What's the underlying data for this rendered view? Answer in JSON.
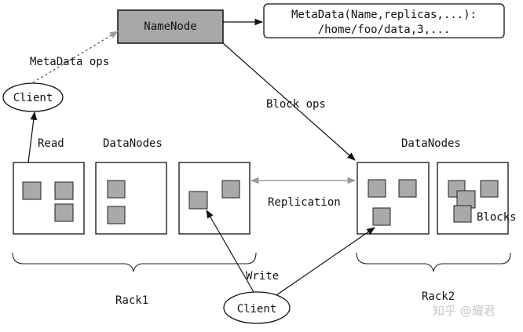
{
  "namenode": {
    "label": "NameNode"
  },
  "metadata": {
    "line1": "MetaData(Name,replicas,...):",
    "line2": "/home/foo/data,3,..."
  },
  "client_top": {
    "label": "Client"
  },
  "client_bottom": {
    "label": "Client"
  },
  "edges": {
    "metadata_ops": "MetaData ops",
    "block_ops": "Block ops",
    "read": "Read",
    "write": "Write",
    "replication": "Replication"
  },
  "rack1": {
    "datanodes_label": "DataNodes",
    "rack_label": "Rack1"
  },
  "rack2": {
    "datanodes_label": "DataNodes",
    "rack_label": "Rack2"
  },
  "blocks_label": "Blocks",
  "watermark": "知乎 @耀君",
  "colors": {
    "namenode_fill": "#a8a8a8",
    "block_fill": "#a9a9a9",
    "replication_arrow": "#8a8a8a"
  }
}
